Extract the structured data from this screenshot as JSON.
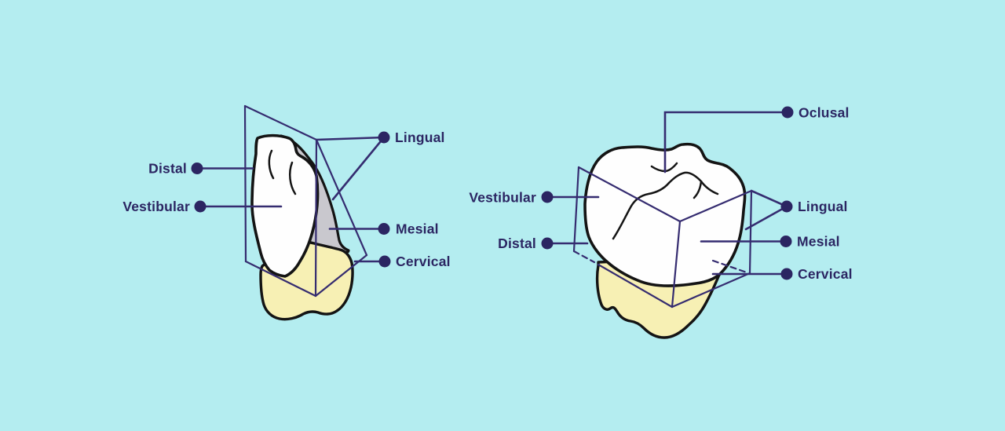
{
  "colors": {
    "background": "#b4edf0",
    "line": "#352c70",
    "text": "#2b2562",
    "dot": "#2b2562",
    "crown": "#fefefe",
    "root": "#f7f0b4",
    "grey": "#c9c8ce",
    "outline": "#141414"
  },
  "left_diagram": {
    "description": "premolar-side-view-with-triangular-prism",
    "labels": {
      "distal": "Distal",
      "vestibular": "Vestibular",
      "lingual": "Lingual",
      "mesial": "Mesial",
      "cervical": "Cervical"
    }
  },
  "right_diagram": {
    "description": "molar-occlusal-view-with-cube",
    "labels": {
      "oclusal": "Oclusal",
      "vestibular": "Vestibular",
      "distal": "Distal",
      "lingual": "Lingual",
      "mesial": "Mesial",
      "cervical": "Cervical"
    }
  }
}
